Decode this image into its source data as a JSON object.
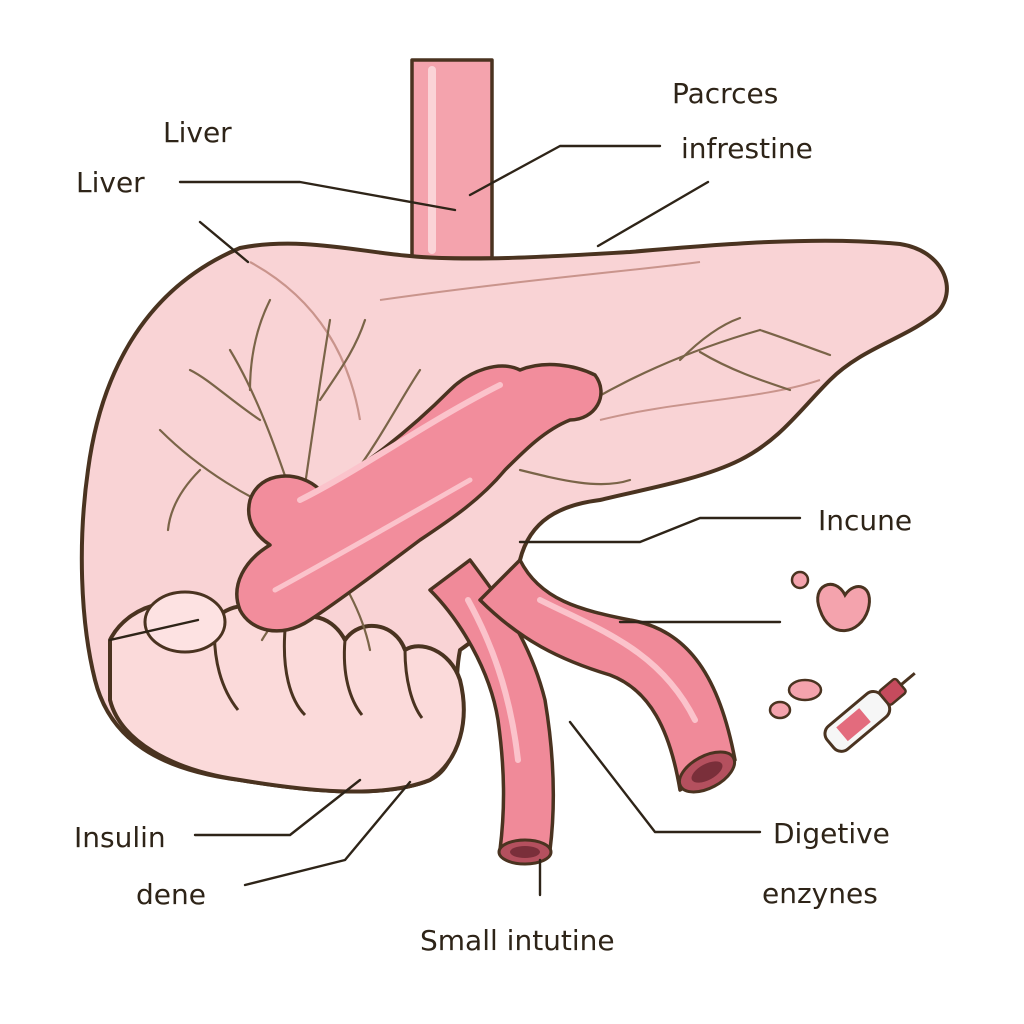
{
  "labels": {
    "liver_top": "Liver",
    "liver_left": "Liver",
    "pacres": "Pacrces",
    "infrestine": "infrestine",
    "incune": "Incune",
    "insulin": "Insulin",
    "dene": "dene",
    "small_intestine": "Small intutine",
    "digetive": "Digetive",
    "enzynes": "enzynes"
  },
  "colors": {
    "organ_light": "#f9d5d6",
    "organ_mid": "#f6b8bd",
    "duct_pink": "#f08a99",
    "outline": "#4a3320",
    "vessel": "#7a6448",
    "text": "#2e2418"
  }
}
